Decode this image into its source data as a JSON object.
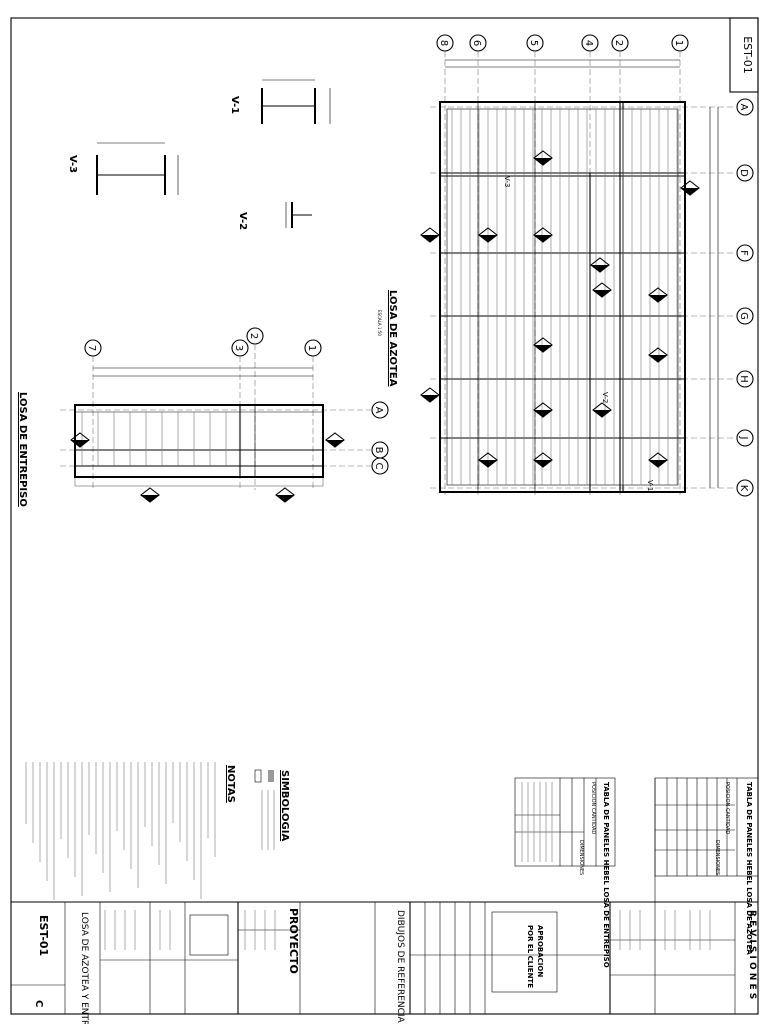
{
  "sheet": {
    "code_top": "EST-01",
    "code_bottom": "EST-01",
    "revision": "C"
  },
  "drawings": {
    "roof_title": "LOSA DE AZOTEA",
    "mezz_title": "LOSA DE ENTREPISO",
    "scale_note": "ESCALA 1:50"
  },
  "grid": {
    "roof_columns": [
      "8",
      "6",
      "5",
      "4",
      "2",
      "1"
    ],
    "roof_rows": [
      "A",
      "D",
      "F",
      "G",
      "H",
      "J",
      "K"
    ],
    "mezz_columns": [
      "7",
      "3",
      "2",
      "1"
    ],
    "mezz_rows": [
      "A",
      "B",
      "C"
    ]
  },
  "beams": {
    "v1": "V-1",
    "v2": "V-2",
    "v3": "V-3",
    "on_plan": [
      "V-1",
      "V-2",
      "V-3"
    ]
  },
  "panel_tables": {
    "roof_title": "TABLA DE PANELES HEBEL LOSA DE AZOTEA",
    "mezz_title": "TABLA DE PANELES HEBEL LOSA DE ENTREPISO",
    "col_position": "POSICION",
    "col_quantity": "CANTIDAD",
    "col_dimensions": "DIMENSIONES"
  },
  "simbologia": {
    "title": "SIMBOLOGIA"
  },
  "notas": {
    "title": "NOTAS"
  },
  "revisiones": {
    "title": "R E V I S I O N E S"
  },
  "approval": {
    "title": "APROBACION",
    "subtitle": "POR EL CLIENTE"
  },
  "title_block": {
    "project_label": "PROYECTO",
    "references": "DIBUJOS DE REFERENCIA",
    "drawing_title": "LOSA DE AZOTEA Y ENTREPISO"
  }
}
